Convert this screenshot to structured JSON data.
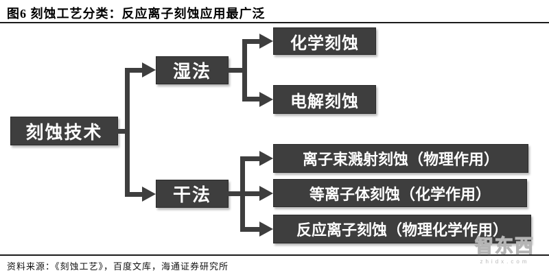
{
  "header": {
    "title": "图6  刻蚀工艺分类：反应离子刻蚀应用最广泛"
  },
  "tree": {
    "root": {
      "label": "刻蚀技术"
    },
    "branches": [
      {
        "label": "湿法",
        "children": [
          {
            "label": "化学刻蚀"
          },
          {
            "label": "电解刻蚀"
          }
        ]
      },
      {
        "label": "干法",
        "children": [
          {
            "label": "离子束溅射刻蚀（物理作用）"
          },
          {
            "label": "等离子体刻蚀（化学作用）"
          },
          {
            "label": "反应离子刻蚀（物理化学作用）"
          }
        ]
      }
    ]
  },
  "footer": {
    "source": "资料来源：《刻蚀工艺》，百度文库，海通证券研究所"
  },
  "watermark": {
    "text": "智东西",
    "subtext": "zhidx.com"
  },
  "colors": {
    "node_fill": "#3e3e3e",
    "node_text": "#ffffff",
    "connector": "#3e3e3e",
    "title_text": "#000000"
  }
}
